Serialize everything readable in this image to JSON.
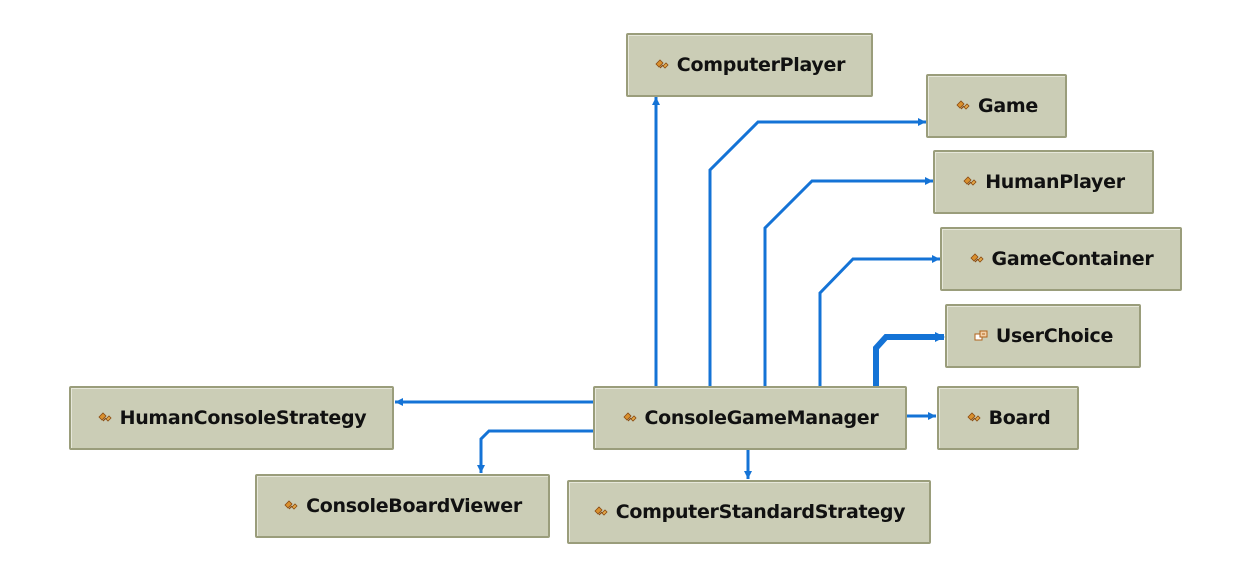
{
  "diagram": {
    "type": "class-dependency-diagram",
    "colors": {
      "node_fill": "#cbcdb6",
      "node_border": "#9a9d7b",
      "edge": "#1473d6",
      "class_icon": "#c06a1a",
      "enum_icon": "#c06a1a"
    },
    "nodes": {
      "computer_player": {
        "label": "ComputerPlayer",
        "icon": "class-icon"
      },
      "game": {
        "label": "Game",
        "icon": "class-icon"
      },
      "human_player": {
        "label": "HumanPlayer",
        "icon": "class-icon"
      },
      "game_container": {
        "label": "GameContainer",
        "icon": "class-icon"
      },
      "user_choice": {
        "label": "UserChoice",
        "icon": "enum-icon"
      },
      "human_console_strategy": {
        "label": "HumanConsoleStrategy",
        "icon": "class-icon"
      },
      "console_game_manager": {
        "label": "ConsoleGameManager",
        "icon": "class-icon"
      },
      "board": {
        "label": "Board",
        "icon": "class-icon"
      },
      "console_board_viewer": {
        "label": "ConsoleBoardViewer",
        "icon": "class-icon"
      },
      "computer_standard_strategy": {
        "label": "ComputerStandardStrategy",
        "icon": "class-icon"
      }
    },
    "edges": [
      {
        "from": "console_game_manager",
        "to": "computer_player",
        "weight": "normal"
      },
      {
        "from": "console_game_manager",
        "to": "game",
        "weight": "normal"
      },
      {
        "from": "console_game_manager",
        "to": "human_player",
        "weight": "normal"
      },
      {
        "from": "console_game_manager",
        "to": "game_container",
        "weight": "normal"
      },
      {
        "from": "console_game_manager",
        "to": "user_choice",
        "weight": "thick"
      },
      {
        "from": "console_game_manager",
        "to": "board",
        "weight": "normal"
      },
      {
        "from": "console_game_manager",
        "to": "human_console_strategy",
        "weight": "normal"
      },
      {
        "from": "console_game_manager",
        "to": "console_board_viewer",
        "weight": "normal"
      },
      {
        "from": "console_game_manager",
        "to": "computer_standard_strategy",
        "weight": "normal"
      }
    ]
  }
}
